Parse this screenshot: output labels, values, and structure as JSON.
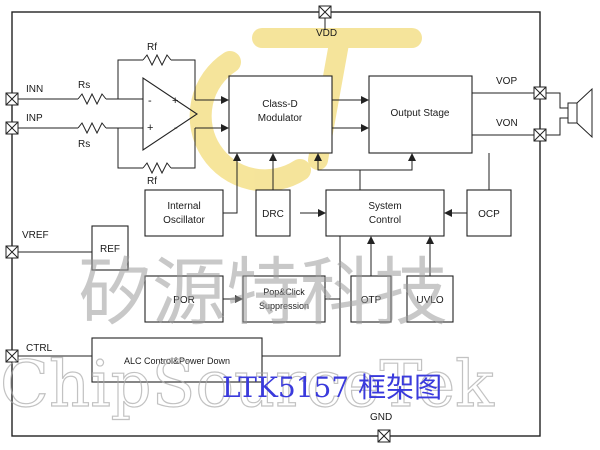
{
  "pins": {
    "vdd": "VDD",
    "gnd": "GND",
    "inn": "INN",
    "inp": "INP",
    "vref": "VREF",
    "ctrl": "CTRL",
    "vop": "VOP",
    "von": "VON"
  },
  "components": {
    "rf_top": "Rf",
    "rf_bottom": "Rf",
    "rs_top": "Rs",
    "rs_bottom": "Rs",
    "opamp_minus_left": "-",
    "opamp_plus_left": "+",
    "opamp_plus_right": "+",
    "opamp_minus_right": "-"
  },
  "blocks": {
    "class_d": [
      "Class-D",
      "Modulator"
    ],
    "output_stage": "Output Stage",
    "internal_osc": [
      "Internal",
      "Oscillator"
    ],
    "drc": "DRC",
    "system_control": [
      "System",
      "Control"
    ],
    "ocp": "OCP",
    "ref": "REF",
    "por": "POR",
    "pop_click": [
      "Pop&Click",
      "Suppression"
    ],
    "otp": "OTP",
    "uvlo": "UVLO",
    "alc": "ALC Control&Power Down"
  },
  "watermark": {
    "cn": "矽源特科技",
    "en": "ChipSourceTek"
  },
  "caption": "LTK5157 框架图",
  "colors": {
    "logo": "#f4e08a",
    "caption": "#3a3adc"
  }
}
